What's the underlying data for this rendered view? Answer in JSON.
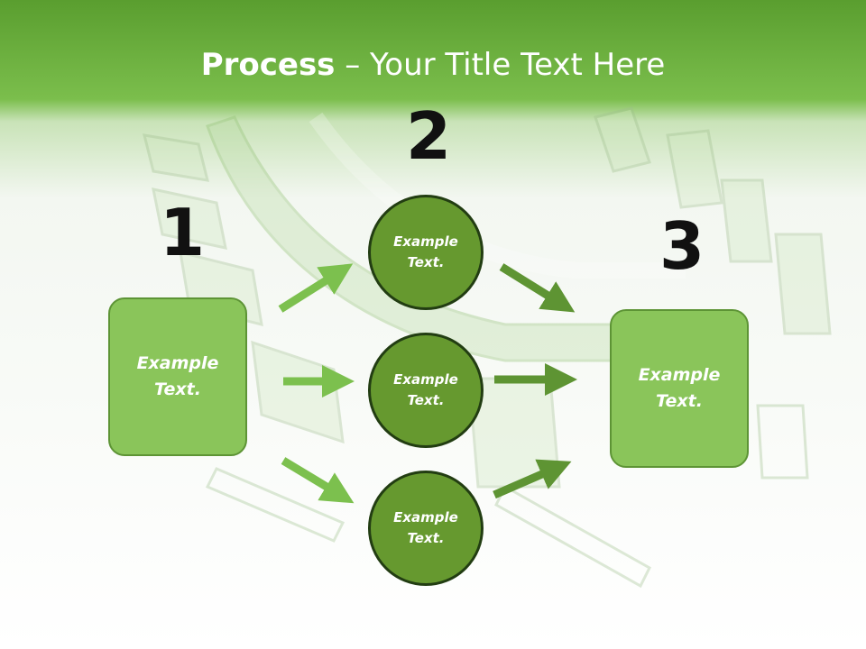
{
  "title": {
    "bold": "Process",
    "rest": " – Your Title Text Here"
  },
  "numbers": {
    "one": "1",
    "two": "2",
    "three": "3"
  },
  "boxes": [
    {
      "line1": "Example",
      "line2": "Text."
    },
    {
      "line1": "Example",
      "line2": "Text."
    }
  ],
  "circles": [
    {
      "line1": "Example",
      "line2": "Text."
    },
    {
      "line1": "Example",
      "line2": "Text."
    },
    {
      "line1": "Example",
      "line2": "Text."
    }
  ],
  "colors": {
    "header_green": "#7bbe4c",
    "box_fill": "#8ac55a",
    "circle_fill": "#66992f",
    "arrow_light": "#7cc04e",
    "arrow_dark": "#5e9433"
  }
}
